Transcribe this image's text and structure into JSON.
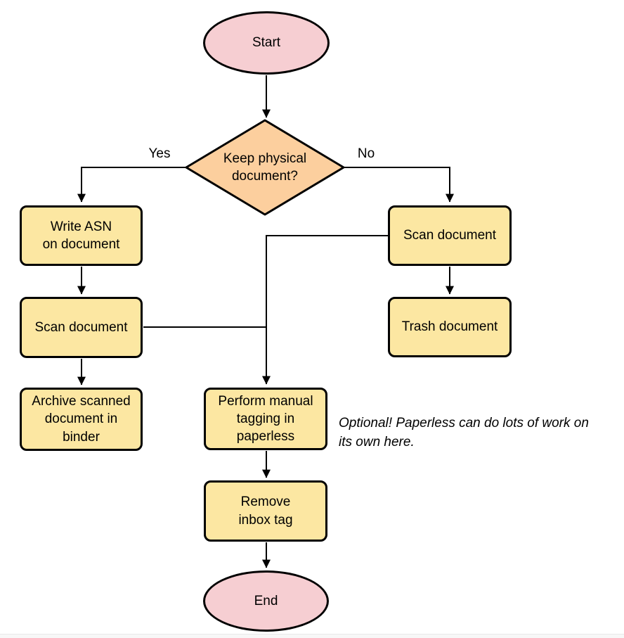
{
  "nodes": {
    "start": {
      "label": "Start",
      "shape": "ellipse"
    },
    "decision": {
      "label": "Keep physical\ndocument?",
      "shape": "diamond"
    },
    "write_asn": {
      "label": "Write ASN\non document",
      "shape": "process"
    },
    "scan_left": {
      "label": "Scan document",
      "shape": "process"
    },
    "archive": {
      "label": "Archive scanned\ndocument in\nbinder",
      "shape": "process"
    },
    "scan_right": {
      "label": "Scan document",
      "shape": "process"
    },
    "trash": {
      "label": "Trash document",
      "shape": "process"
    },
    "tagging": {
      "label": "Perform manual\ntagging in\npaperless",
      "shape": "process"
    },
    "remove_inbox": {
      "label": "Remove\ninbox tag",
      "shape": "process"
    },
    "end": {
      "label": "End",
      "shape": "ellipse"
    }
  },
  "edge_labels": {
    "yes": "Yes",
    "no": "No"
  },
  "edges": [
    {
      "from": "start",
      "to": "decision",
      "label": ""
    },
    {
      "from": "decision",
      "to": "write_asn",
      "label": "Yes"
    },
    {
      "from": "decision",
      "to": "scan_right",
      "label": "No"
    },
    {
      "from": "write_asn",
      "to": "scan_left",
      "label": ""
    },
    {
      "from": "scan_left",
      "to": "archive",
      "label": ""
    },
    {
      "from": "scan_left",
      "to": "tagging",
      "label": ""
    },
    {
      "from": "scan_right",
      "to": "trash",
      "label": ""
    },
    {
      "from": "scan_right",
      "to": "tagging",
      "label": ""
    },
    {
      "from": "tagging",
      "to": "remove_inbox",
      "label": ""
    },
    {
      "from": "remove_inbox",
      "to": "end",
      "label": ""
    }
  ],
  "annotation": {
    "text": "Optional! Paperless can do lots of work on\nits own here."
  },
  "colors": {
    "terminal_fill": "#f6ced2",
    "decision_fill": "#fccf9e",
    "process_fill": "#fce7a2",
    "stroke": "#000000",
    "background": "#ffffff"
  }
}
